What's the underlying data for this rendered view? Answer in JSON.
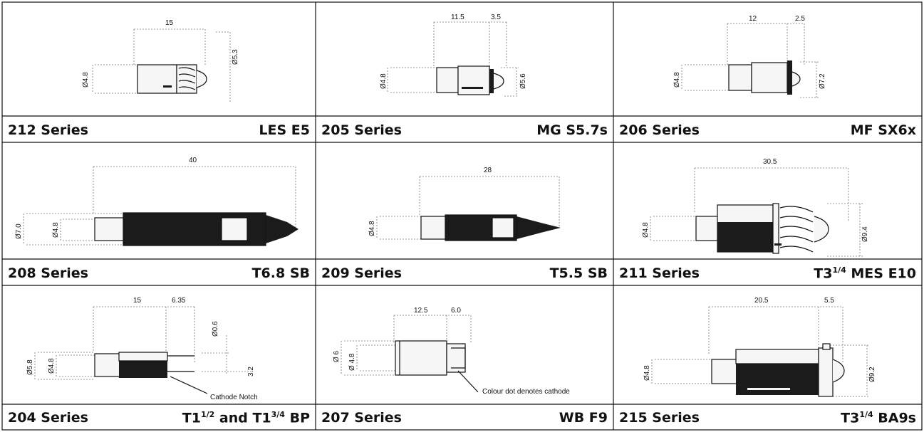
{
  "cells": [
    {
      "series": "212 Series",
      "base": "LES E5",
      "dims": {
        "length": "15",
        "dia_body": "Ø4.8",
        "dia_thread": "Ø5.3"
      }
    },
    {
      "series": "205 Series",
      "base": "MG S5.7s",
      "dims": {
        "length": "11.5",
        "tip": "3.5",
        "dia_body": "Ø4.8",
        "dia_base": "Ø5.6"
      }
    },
    {
      "series": "206 Series",
      "base": "MF SX6x",
      "dims": {
        "length": "12",
        "tip": "2.5",
        "dia_body": "Ø4.8",
        "dia_base": "Ø7.2"
      }
    },
    {
      "series": "208 Series",
      "base": "T6.8 SB",
      "dims": {
        "length": "40",
        "dia_outer": "Ø7.0",
        "dia_body": "Ø4.8"
      }
    },
    {
      "series": "209 Series",
      "base": "T5.5 SB",
      "dims": {
        "length": "28",
        "dia_body": "Ø4.8"
      }
    },
    {
      "series": "211 Series",
      "base_prefix": "T3",
      "base_frac": "1/4",
      "base_rest": " MES E10",
      "dims": {
        "length": "30.5",
        "dia_body": "Ø4.8",
        "dia_thread": "Ø9.4"
      }
    },
    {
      "series": "204 Series",
      "base_prefix": "T1",
      "base_frac": "1/2",
      "base_mid": " and T1",
      "base_frac2": "3/4",
      "base_rest": " BP",
      "dims": {
        "length": "15",
        "lead": "6.35",
        "dia_outer": "Ø5.8",
        "dia_body": "Ø4.8",
        "dia_lead": "Ø0.6",
        "spacing": "3.2"
      },
      "note": "Cathode Notch"
    },
    {
      "series": "207 Series",
      "base": "WB F9",
      "dims": {
        "length": "12.5",
        "tip": "6.0",
        "dia_outer": "Ø 6",
        "dia_body": "Ø 4.8"
      },
      "note": "Colour dot denotes cathode"
    },
    {
      "series": "215 Series",
      "base_prefix": "T3",
      "base_frac": "1/4",
      "base_rest": " BA9s",
      "dims": {
        "length": "20.5",
        "tip": "5.5",
        "dia_body": "Ø4.8",
        "dia_base": "Ø9.2"
      }
    }
  ]
}
